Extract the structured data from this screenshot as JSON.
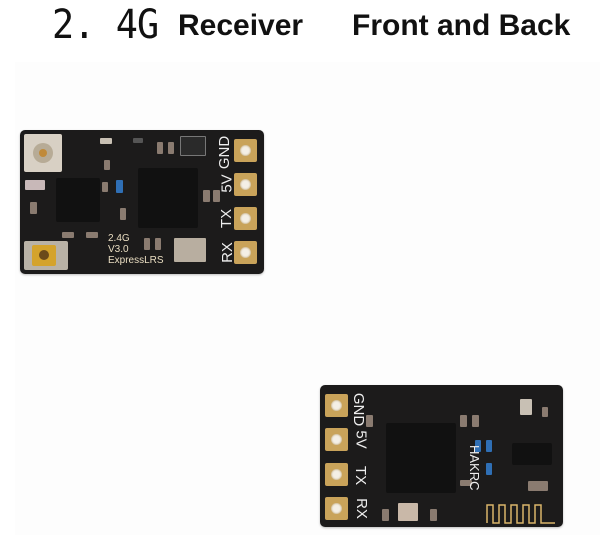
{
  "title": {
    "frequency": "2. 4G",
    "product": "Receiver",
    "view": "Front and Back"
  },
  "front_board": {
    "pad_labels": [
      "GND",
      "5V",
      "TX",
      "RX"
    ],
    "silkscreen": [
      "2.4G",
      "V3.0",
      "ExpressLRS"
    ],
    "colors": {
      "pcb": "#1c1b1b",
      "pad": "#c9a35a",
      "silk": "#e8dcc0"
    }
  },
  "back_board": {
    "pad_labels": [
      "GND",
      "5V",
      "TX",
      "RX"
    ],
    "brand": "HAKRC",
    "colors": {
      "pcb": "#1c1b1b",
      "pad": "#c9a35a",
      "antenna_trace": "#d9b56a"
    }
  }
}
